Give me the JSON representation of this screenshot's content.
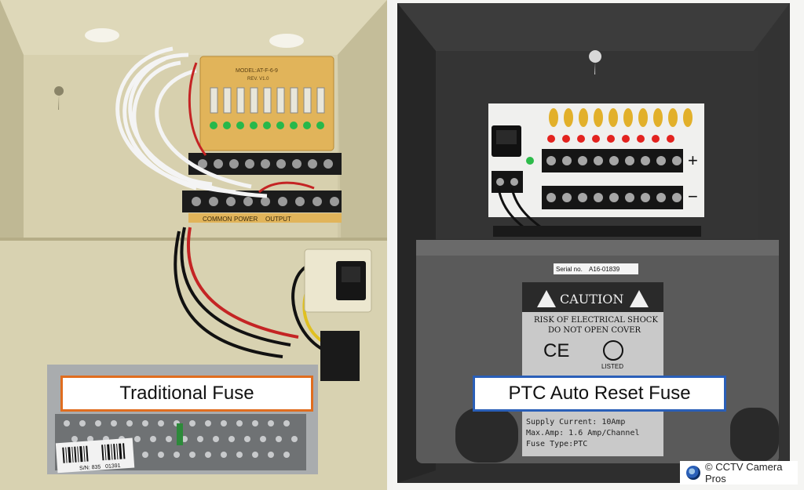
{
  "captions": {
    "left": "Traditional Fuse",
    "right": "PTC Auto Reset Fuse"
  },
  "left_unit": {
    "board_model": "MODEL:AT-F-6-9",
    "board_rev": "REV. V1.0",
    "terminal_labels": [
      "COMMON",
      "POWER",
      "OUTPUT"
    ],
    "serial_label": "S/N: 835",
    "serial_code": "01391"
  },
  "right_unit": {
    "serial_label": "Serial no.",
    "serial_value": "A16-01839",
    "caution_title": "CAUTION",
    "caution_line1": "RISK OF ELECTRICAL SHOCK",
    "caution_line2": "DO NOT OPEN COVER",
    "ce_mark": "CE",
    "ul_listed": "LISTED",
    "spec_line1": "Supply Current: 10Amp",
    "spec_line2": "Max.Amp: 1.6 Amp/Channel",
    "spec_line3": "Fuse Type:PTC",
    "plus_sign": "+",
    "minus_sign": "−"
  },
  "watermark": {
    "text": "© CCTV Camera Pros",
    "icon": "camera-lens-icon"
  },
  "colors": {
    "left_border": "#e06d1f",
    "right_border": "#2a5fb8",
    "beige_cabinet": "#d9d3b3",
    "dark_cabinet": "#3a3a3a"
  }
}
